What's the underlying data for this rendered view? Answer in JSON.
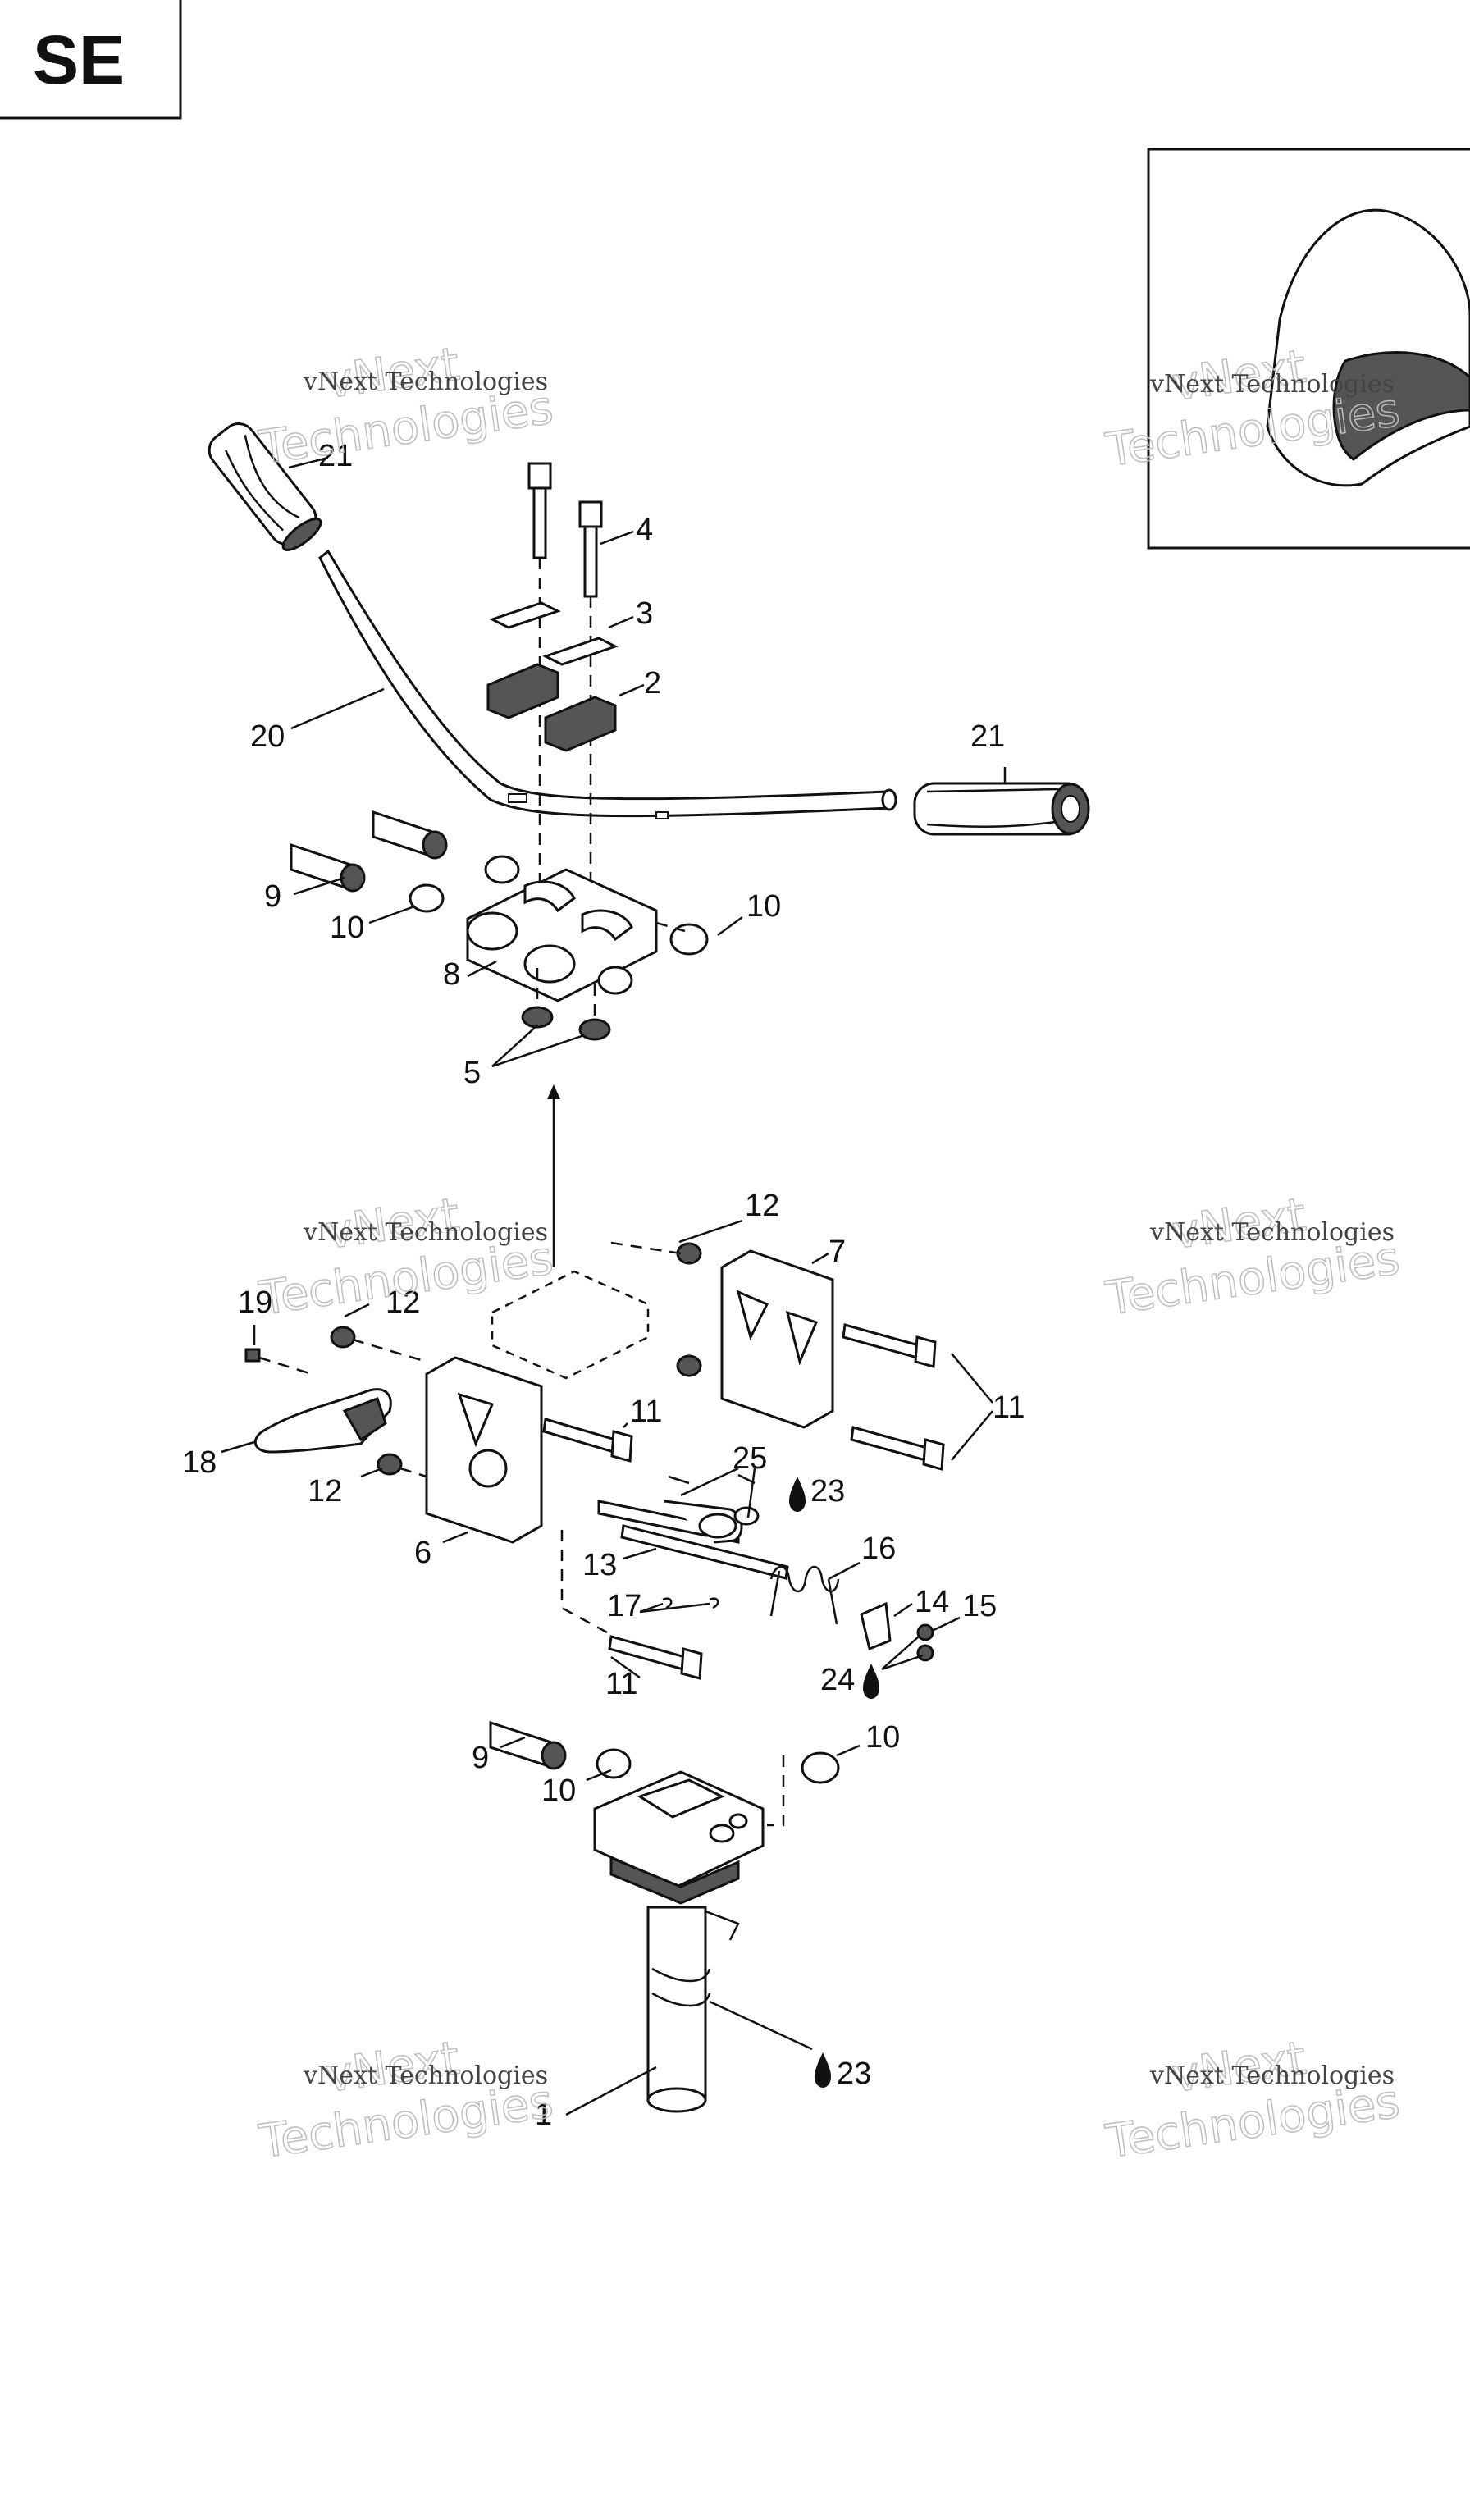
{
  "page_tag": "SE",
  "watermark": {
    "line1": "vNext Technologies",
    "line2": "vNext",
    "line3": "Technologies"
  },
  "callouts": [
    {
      "id": "c1",
      "text": "1"
    },
    {
      "id": "c2",
      "text": "2"
    },
    {
      "id": "c3",
      "text": "3"
    },
    {
      "id": "c4",
      "text": "4"
    },
    {
      "id": "c5",
      "text": "5"
    },
    {
      "id": "c6",
      "text": "6"
    },
    {
      "id": "c7",
      "text": "7"
    },
    {
      "id": "c8",
      "text": "8"
    },
    {
      "id": "c9a",
      "text": "9"
    },
    {
      "id": "c9b",
      "text": "9"
    },
    {
      "id": "c10a",
      "text": "10"
    },
    {
      "id": "c10b",
      "text": "10"
    },
    {
      "id": "c10c",
      "text": "10"
    },
    {
      "id": "c10d",
      "text": "10"
    },
    {
      "id": "c11a",
      "text": "11"
    },
    {
      "id": "c11b",
      "text": "11"
    },
    {
      "id": "c11c",
      "text": "11"
    },
    {
      "id": "c12a",
      "text": "12"
    },
    {
      "id": "c12b",
      "text": "12"
    },
    {
      "id": "c12c",
      "text": "12"
    },
    {
      "id": "c13",
      "text": "13"
    },
    {
      "id": "c14",
      "text": "14"
    },
    {
      "id": "c15",
      "text": "15"
    },
    {
      "id": "c16",
      "text": "16"
    },
    {
      "id": "c17",
      "text": "17"
    },
    {
      "id": "c18",
      "text": "18"
    },
    {
      "id": "c19",
      "text": "19"
    },
    {
      "id": "c20",
      "text": "20"
    },
    {
      "id": "c21a",
      "text": "21"
    },
    {
      "id": "c21b",
      "text": "21"
    },
    {
      "id": "c23a",
      "text": "23"
    },
    {
      "id": "c23b",
      "text": "23"
    },
    {
      "id": "c24",
      "text": "24"
    },
    {
      "id": "c25",
      "text": "25"
    }
  ]
}
